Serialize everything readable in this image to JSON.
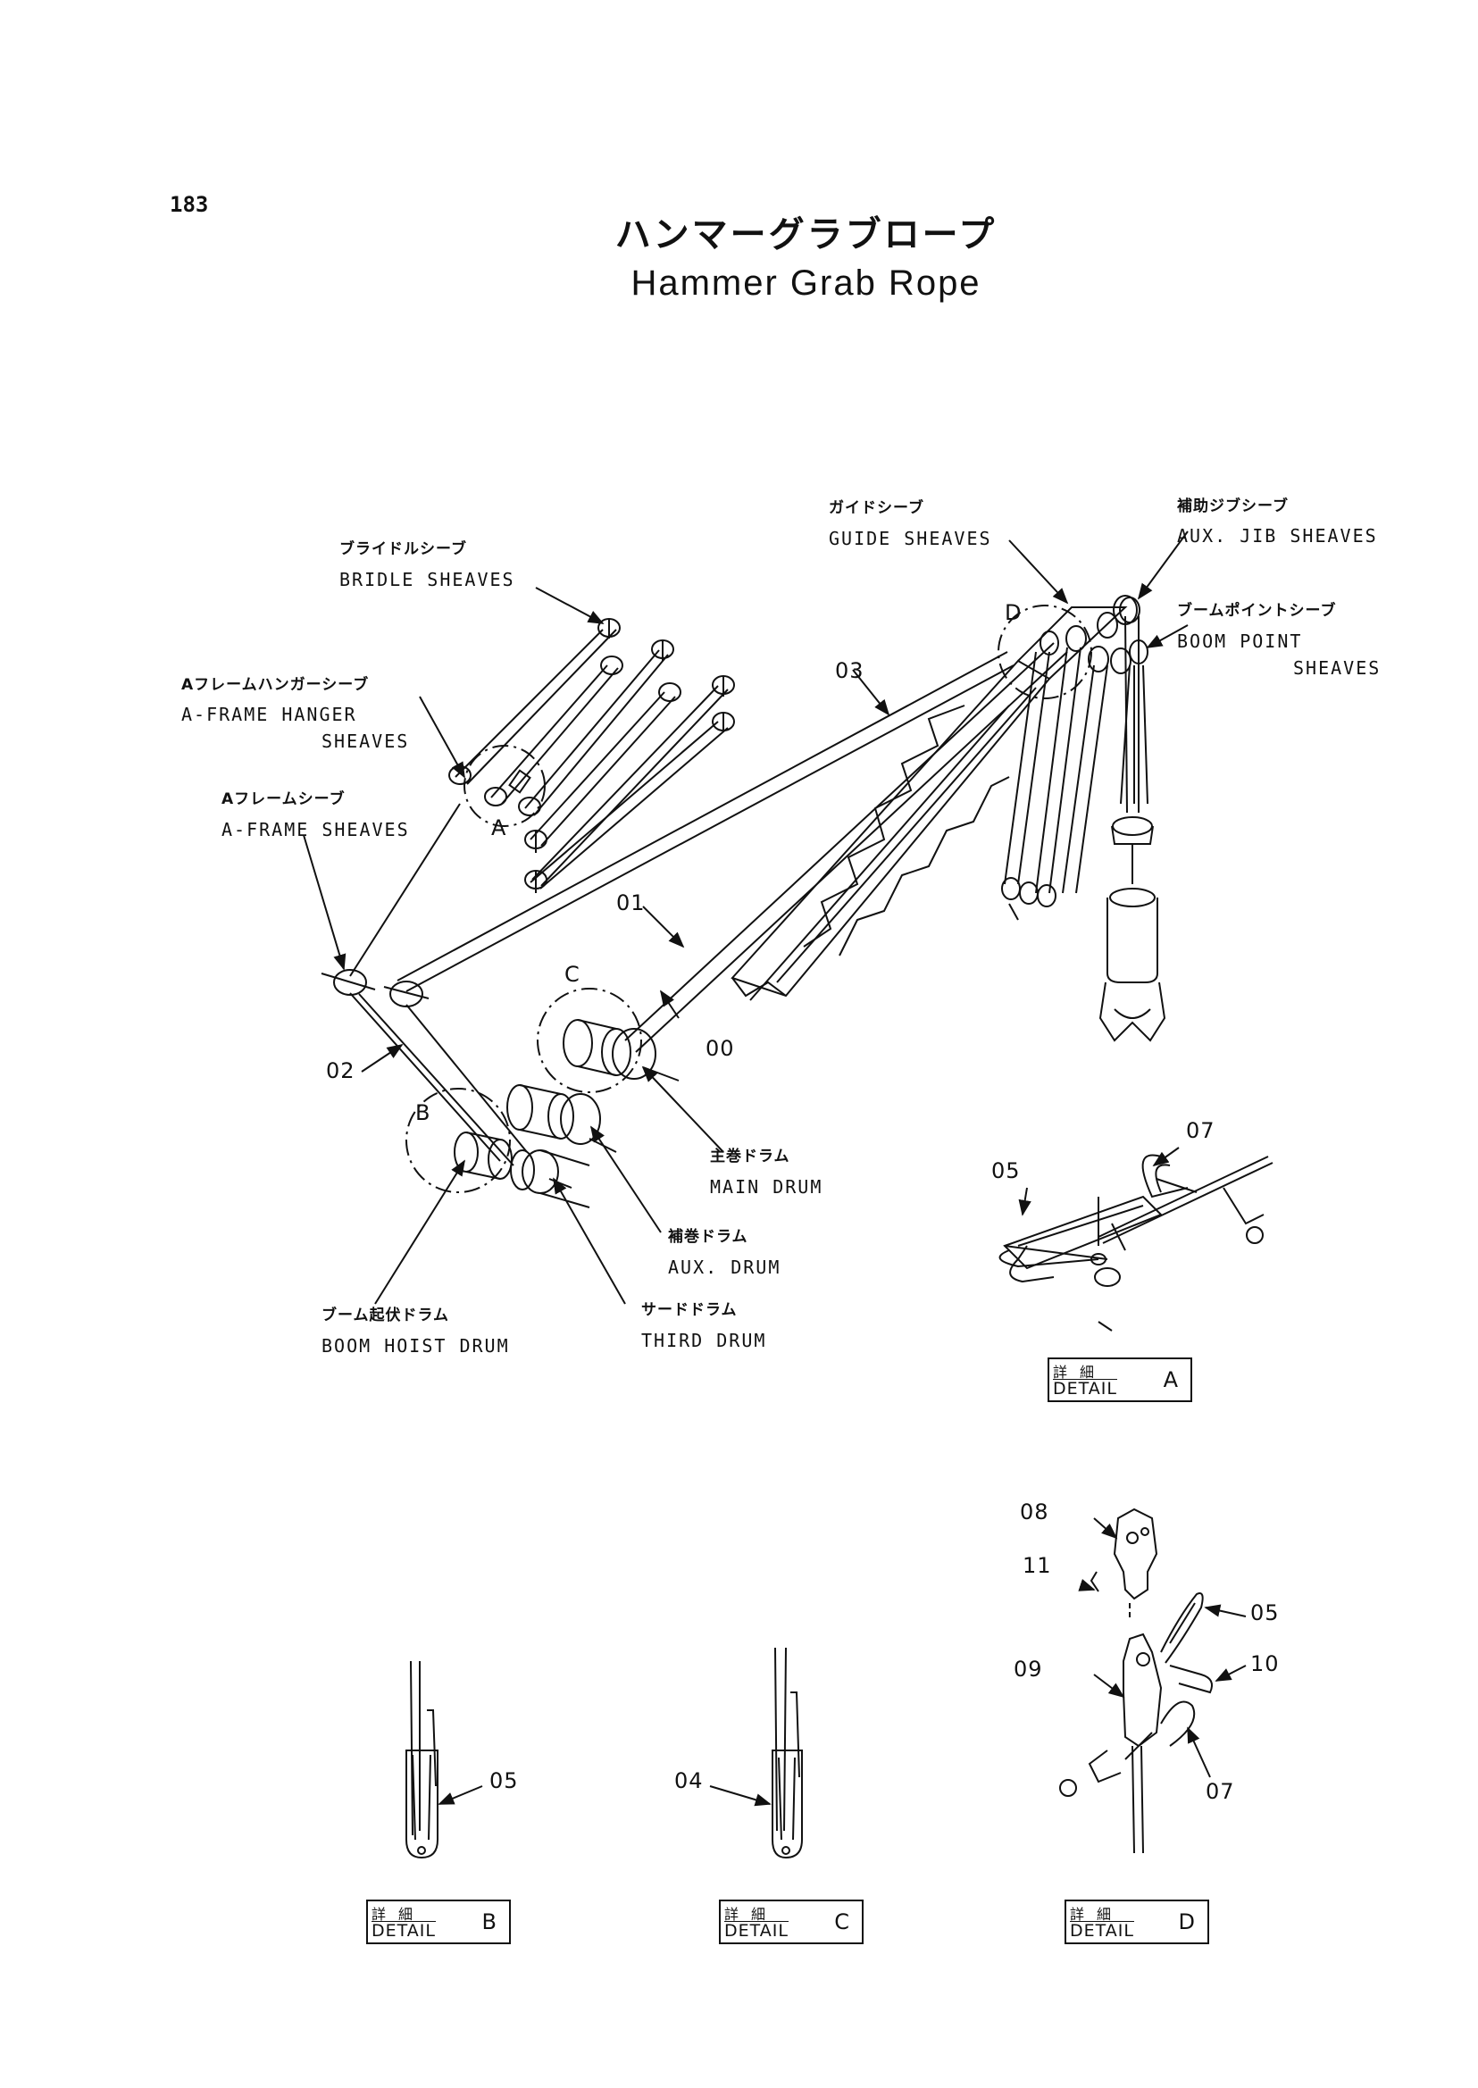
{
  "page": {
    "number": "183",
    "title_jp": "ハンマーグラブロープ",
    "title_en": "Hammer Grab Rope"
  },
  "labels": {
    "bridle_sheaves": {
      "jp": "ブライドルシーブ",
      "en": "BRIDLE SHEAVES"
    },
    "a_frame_hanger_sheaves": {
      "jp": "Aフレームハンガーシーブ",
      "en1": "A-FRAME HANGER",
      "en2": "SHEAVES"
    },
    "a_frame_sheaves": {
      "jp": "Aフレームシーブ",
      "en": "A-FRAME SHEAVES"
    },
    "guide_sheaves": {
      "jp": "ガイドシーブ",
      "en": "GUIDE SHEAVES"
    },
    "aux_jib_sheaves": {
      "jp": "補助ジブシーブ",
      "en": "AUX. JIB SHEAVES"
    },
    "boom_point_sheaves": {
      "jp": "ブームポイントシーブ",
      "en1": "BOOM POINT",
      "en2": "SHEAVES"
    },
    "main_drum": {
      "jp": "主巻ドラム",
      "en": "MAIN DRUM"
    },
    "aux_drum": {
      "jp": "補巻ドラム",
      "en": "AUX. DRUM"
    },
    "boom_hoist_drum": {
      "jp": "ブーム起伏ドラム",
      "en": "BOOM HOIST DRUM"
    },
    "third_drum": {
      "jp": "サードドラム",
      "en": "THIRD DRUM"
    }
  },
  "callouts": {
    "rope_03": "03",
    "rope_01": "01",
    "rope_00": "00",
    "rope_02": "02",
    "detail_a_05": "05",
    "detail_a_07": "07",
    "detail_d_08": "08",
    "detail_d_11": "11",
    "detail_d_05": "05",
    "detail_d_09": "09",
    "detail_d_10": "10",
    "detail_d_07": "07",
    "detail_b_05": "05",
    "detail_c_04": "04"
  },
  "circle_letters": {
    "a": "A",
    "b": "B",
    "c": "C",
    "d": "D"
  },
  "details": {
    "a": {
      "jp": "詳細",
      "en": "DETAIL",
      "letter": "A"
    },
    "b": {
      "jp": "詳細",
      "en": "DETAIL",
      "letter": "B"
    },
    "c": {
      "jp": "詳細",
      "en": "DETAIL",
      "letter": "C"
    },
    "d": {
      "jp": "詳細",
      "en": "DETAIL",
      "letter": "D"
    }
  }
}
